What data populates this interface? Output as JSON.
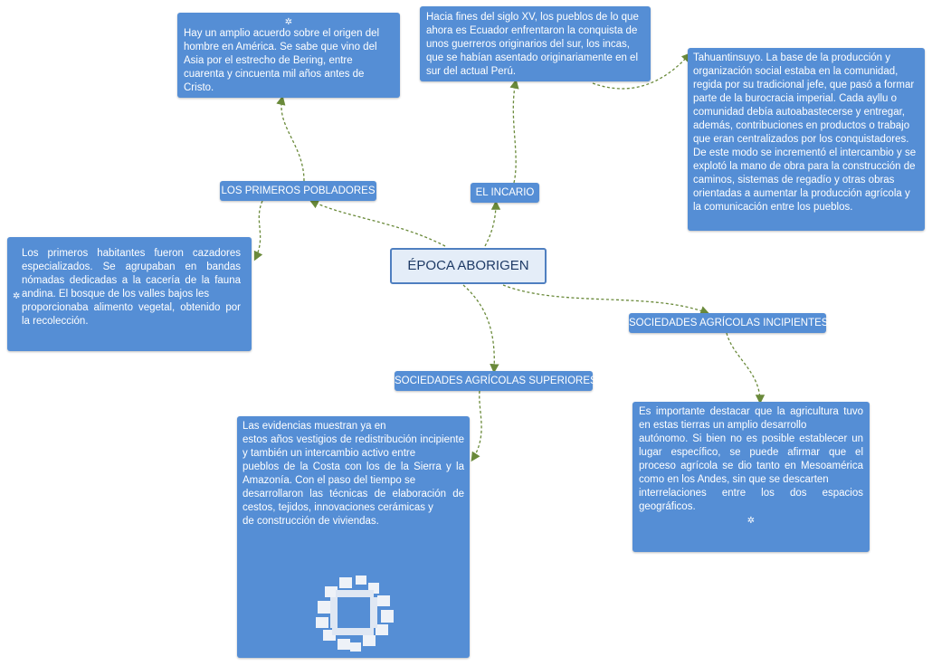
{
  "central": {
    "title": "ÉPOCA ABORIGEN"
  },
  "branches": {
    "primeros_pobladores": "LOS PRIMEROS POBLADORES",
    "incario": "EL INCARIO",
    "agricolas_incipientes": "SOCIEDADES AGRÍCOLAS INCIPIENTES",
    "agricolas_superiores": "SOCIEDADES AGRÍCOLAS SUPERIORES"
  },
  "notes": {
    "origen": "Hay un amplio acuerdo sobre el origen del hombre en América. Se sabe que vino del Asia por el estrecho de Bering, entre cuarenta y cincuenta mil años antes de Cristo.",
    "cazadores": "Los primeros habitantes fueron cazadores especializados. Se agrupaban en bandas nómadas dedicadas a la cacería de la fauna andina. El bosque de los valles bajos les\nproporcionaba alimento vegetal, obtenido por la recolección.",
    "incas": "Hacia fines del siglo XV, los pueblos de lo que ahora es Ecuador enfrentaron la conquista de unos guerreros originarios del sur, los incas, que se habían asentado originariamente en el sur del actual Perú.",
    "tahuantinsuyo": "Tahuantinsuyo. La base de la producción y organización social estaba en la comunidad, regida por su tradicional jefe, que pasó a formar parte de la burocracia imperial. Cada ayllu o comunidad debía autoabastecerse y entregar, además, contribuciones en productos o trabajo que eran centralizados por los conquistadores. De este modo se incrementó el intercambio y se explotó la mano de obra para la construcción de caminos, sistemas de regadío y otras obras orientadas a aumentar la producción agrícola y la comunicación entre los pueblos.",
    "agricultura": "Es importante destacar que la agricultura tuvo en estas tierras un amplio desarrollo\nautónomo. Si bien no es posible establecer un lugar específico, se puede afirmar que el proceso agrícola se dio tanto en Mesoamérica como en los Andes, sin que se descarten\ninterrelaciones entre los dos espacios geográficos.",
    "evidencias": "Las evidencias muestran ya en\nestos años vestigios de redistribución incipiente y también un intercambio activo entre\npueblos de la Costa con los de la Sierra y la Amazonía. Con el paso del tiempo se\ndesarrollaron las técnicas de elaboración de cestos, tejidos, innovaciones cerámicas y\nde construcción de viviendas."
  },
  "icons": {
    "link": "link-icon",
    "image": "image-thumbnail"
  },
  "colors": {
    "node_fill": "#558ed5",
    "central_fill": "#e4edf8",
    "central_border": "#4f7fc0",
    "connector": "#6a8a3a"
  }
}
